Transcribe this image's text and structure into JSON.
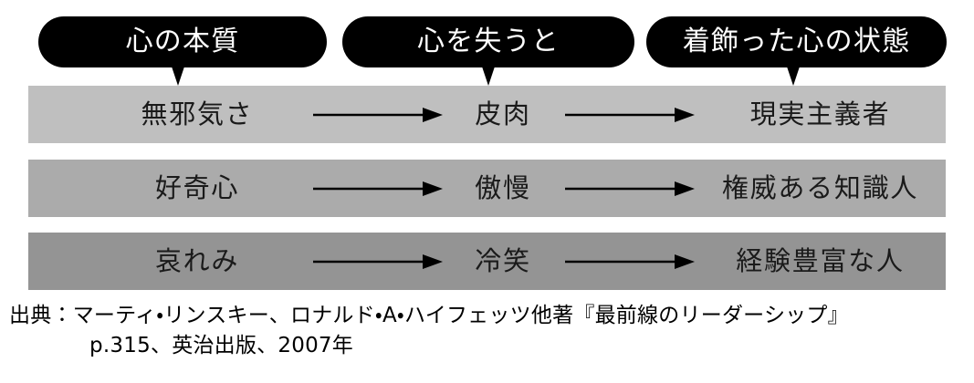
{
  "headers": [
    {
      "label": "心の本質"
    },
    {
      "label": "心を失うと"
    },
    {
      "label": "着飾った心の状態"
    }
  ],
  "rows": [
    {
      "band_color": "#bfbfbf",
      "essence": "無邪気さ",
      "loss": "皮肉",
      "state": "現実主義者"
    },
    {
      "band_color": "#ababab",
      "essence": "好奇心",
      "loss": "傲慢",
      "state": "権威ある知識人"
    },
    {
      "band_color": "#949494",
      "essence": "哀れみ",
      "loss": "冷笑",
      "state": "経験豊富な人"
    }
  ],
  "source": {
    "line1": "出典：マーティ・リンスキー、ロナルド・A・ハイフェッツ他著『最前線のリーダーシップ』",
    "line2": "p.315、英治出版、2007年"
  },
  "colors": {
    "pill_background": "#000000",
    "pill_text": "#ffffff",
    "arrow": "#000000",
    "page_background": "#ffffff"
  }
}
